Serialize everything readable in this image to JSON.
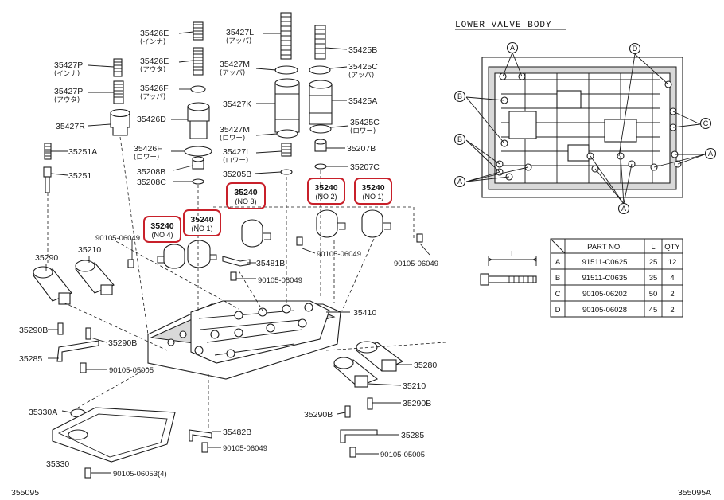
{
  "labels": {
    "p35426e_1": "35426E",
    "jp_inna": "(インナ)",
    "p35426e_2": "35426E",
    "jp_auta_1": "(アウタ)",
    "p35427p_1": "35427P",
    "jp_inna_2": "(インナ)",
    "p35427p_2": "35427P",
    "jp_auta_2": "(アウタ)",
    "p35426f_1": "35426F",
    "jp_appa_1": "(アッパ)",
    "p35427r": "35427R",
    "p35426d": "35426D",
    "p35251a": "35251A",
    "p35251": "35251",
    "p35426f_2": "35426F",
    "jp_rowa_1": "(ロワー)",
    "p35208b": "35208B",
    "p35208c": "35208C",
    "p35427l_1": "35427L",
    "jp_appa_2": "(アッパ)",
    "p35427m_1": "35427M",
    "jp_appa_3": "(アッパ)",
    "p35427k": "35427K",
    "p35427m_2": "35427M",
    "jp_rowa_2": "(ロワー)",
    "p35427l_2": "35427L",
    "jp_rowa_3": "(ロワー)",
    "p35205b": "35205B",
    "p35425b": "35425B",
    "p35425c_1": "35425C",
    "jp_appa_4": "(アッパ)",
    "p35425a": "35425A",
    "p35425c_2": "35425C",
    "jp_rowa_4": "(ロワー)",
    "p35207b": "35207B",
    "p35207c": "35207C",
    "b90105_06049_a": "90105-06049",
    "p35290": "35290",
    "p35210_1": "35210",
    "p90105_06049_b": "90105-06049",
    "p90105_06049_c": "90105-06049",
    "p35481b": "35481B",
    "p90105_06049_d": "90105-06049",
    "p35410": "35410",
    "p35290b_1": "35290B",
    "p35290b_2": "35290B",
    "p35285_1": "35285",
    "p90105_05005_1": "90105-05005",
    "p35280": "35280",
    "p35210_2": "35210",
    "p35290b_3": "35290B",
    "p35290b_4": "35290B",
    "p35330a": "35330A",
    "p35482b": "35482B",
    "p90105_06049_e": "90105-06049",
    "p35285_2": "35285",
    "p90105_05005_2": "90105-05005",
    "p35330": "35330",
    "p90105_06053": "90105-06053(4)",
    "fig_left": "355095",
    "fig_right": "355095A"
  },
  "highlighted": [
    {
      "code": "35240",
      "sub": "(NO 3)"
    },
    {
      "code": "35240",
      "sub": "(NO 2)"
    },
    {
      "code": "35240",
      "sub": "(NO 1)"
    },
    {
      "code": "35240",
      "sub": "(NO 4)"
    },
    {
      "code": "35240",
      "sub": "(NO 1)"
    }
  ],
  "inset": {
    "title": "LOWER VALVE BODY",
    "markers": {
      "a": "A",
      "b": "B",
      "c": "C",
      "d": "D"
    },
    "length_symbol": "L"
  },
  "table": {
    "headers": [
      "PART NO.",
      "L",
      "QTY"
    ],
    "rows": [
      {
        "key": "A",
        "part": "91511-C0625",
        "l": "25",
        "qty": "12"
      },
      {
        "key": "B",
        "part": "91511-C0635",
        "l": "35",
        "qty": "4"
      },
      {
        "key": "C",
        "part": "90105-06202",
        "l": "50",
        "qty": "2"
      },
      {
        "key": "D",
        "part": "90105-06028",
        "l": "45",
        "qty": "2"
      }
    ]
  },
  "colors": {
    "highlight": "#c8202a",
    "ink": "#1c1c1c",
    "shade": "#d9d9d9"
  }
}
